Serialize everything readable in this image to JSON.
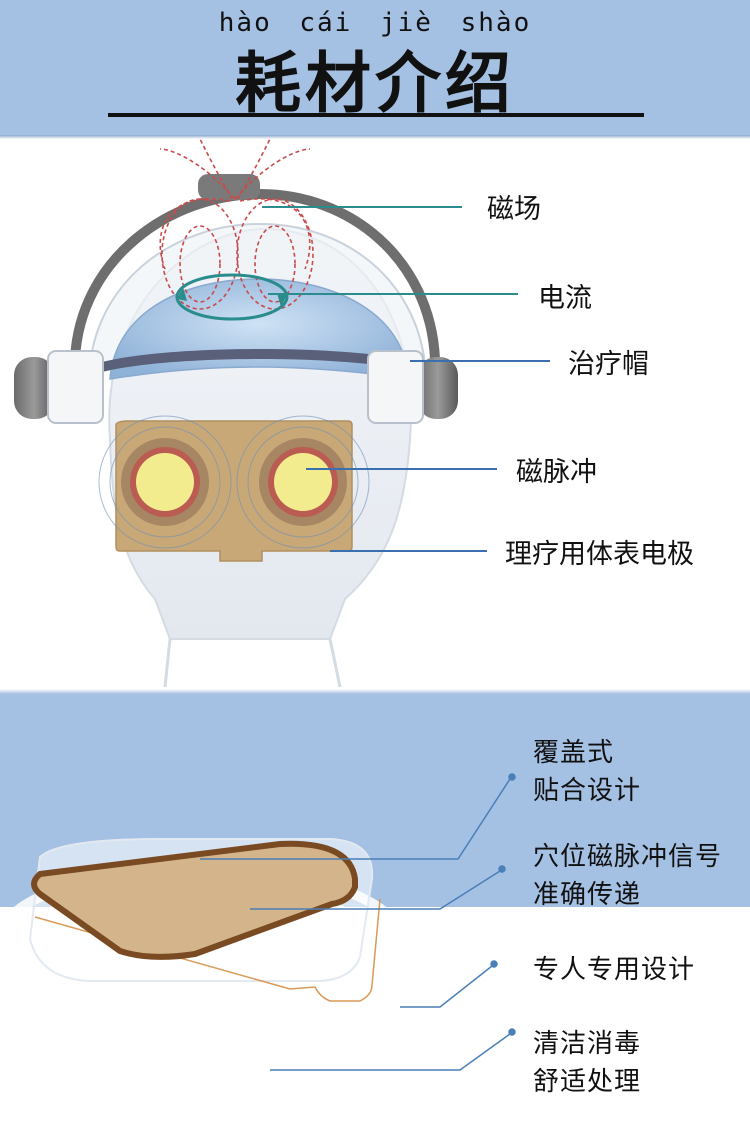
{
  "header": {
    "pinyin": "hào cái jiè shào",
    "title": "耗材介绍"
  },
  "helmet_labels": {
    "magnetic_field": "磁场",
    "current": "电流",
    "treatment_cap": "治疗帽",
    "magnetic_pulse": "磁脉冲",
    "electrode": "理疗用体表电极"
  },
  "features": [
    {
      "line1": "覆盖式",
      "line2": "贴合设计"
    },
    {
      "line1": "穴位磁脉冲信号",
      "line2": "准确传递"
    },
    {
      "line1": "专人专用设计",
      "line2": ""
    },
    {
      "line1": "清洁消毒",
      "line2": "舒适处理"
    }
  ],
  "colors": {
    "header_bg": "#a4c0e3",
    "leader_teal": "#2a8c8c",
    "leader_blue": "#3a6fb0",
    "pad_tan": "#c9a877",
    "pad_border": "#7a4a22",
    "pulse_core": "#f2ec8e",
    "pulse_ring": "#c24a4a"
  }
}
